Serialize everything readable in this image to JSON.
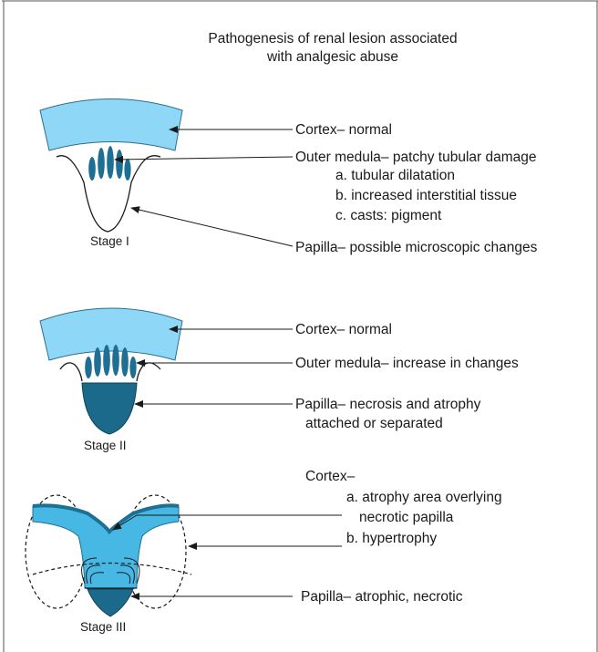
{
  "title": {
    "line1": "Pathogenesis of renal lesion associated",
    "line2": "with analgesic abuse"
  },
  "stage1": {
    "label": "Stage I",
    "cortex": "Cortex– normal",
    "medulla": "Outer medula– patchy tubular damage",
    "medulla_items": [
      "a. tubular dilatation",
      "b. increased interstitial tissue",
      "c. casts: pigment"
    ],
    "papilla": "Papilla– possible microscopic changes"
  },
  "stage2": {
    "label": "Stage II",
    "cortex": "Cortex– normal",
    "medulla": "Outer medula– increase in changes",
    "papilla": "Papilla– necrosis and atrophy",
    "papilla_detail": "attached or separated"
  },
  "stage3": {
    "label": "Stage III",
    "cortex": "Cortex–",
    "cortex_items": [
      "a. atrophy area overlying",
      "necrotic papilla",
      "b. hypertrophy"
    ],
    "papilla": "Papilla– atrophic, necrotic"
  },
  "colors": {
    "cortex_fill": "#8fd7f6",
    "medulla_dark": "#1d6f93",
    "papilla_dark": "#1b6a8c",
    "stage3_body": "#47b7e3",
    "line": "#1a1a1a"
  }
}
